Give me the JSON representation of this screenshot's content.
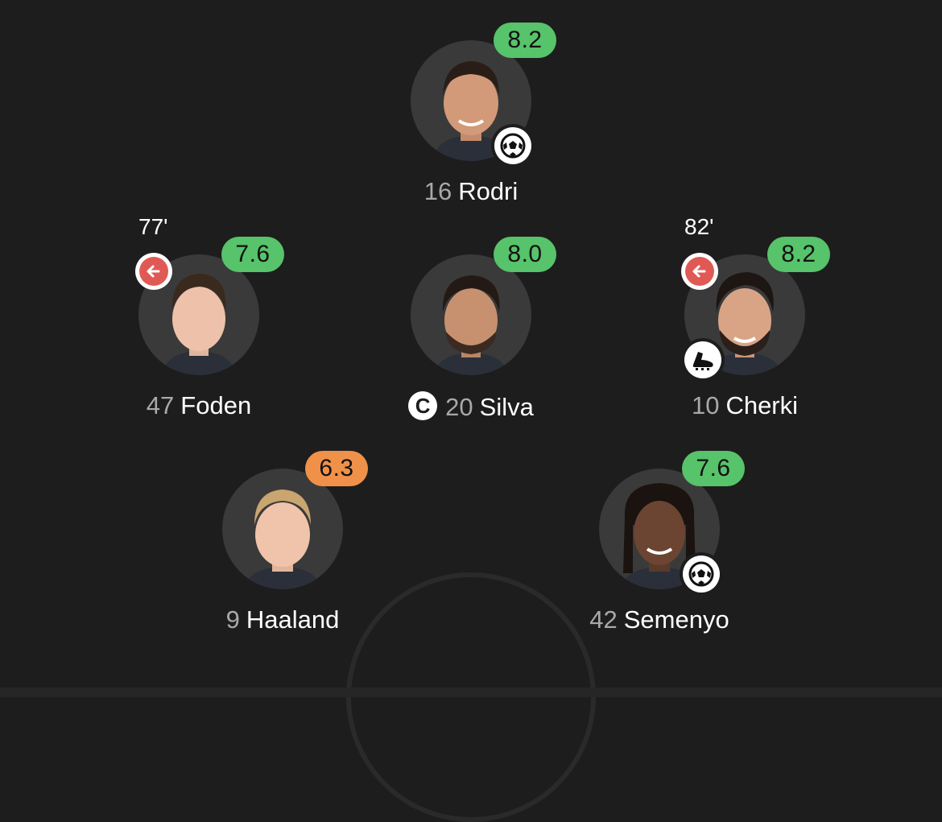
{
  "players": [
    {
      "number": "16",
      "name": "Rodri",
      "rating": "8.2",
      "rating_color": "#57c36a",
      "events": [
        "goal-icon"
      ]
    },
    {
      "number": "47",
      "name": "Foden",
      "rating": "7.6",
      "rating_color": "#57c36a",
      "sub_minute": "77'",
      "events": [
        "sub-out-icon"
      ]
    },
    {
      "number": "20",
      "name": "Silva",
      "rating": "8.0",
      "rating_color": "#57c36a",
      "captain_mark": "C",
      "events": [
        "captain-icon"
      ]
    },
    {
      "number": "10",
      "name": "Cherki",
      "rating": "8.2",
      "rating_color": "#57c36a",
      "sub_minute": "82'",
      "events": [
        "sub-out-icon",
        "assist-boot-icon"
      ]
    },
    {
      "number": "9",
      "name": "Haaland",
      "rating": "6.3",
      "rating_color": "#f0914a",
      "events": []
    },
    {
      "number": "42",
      "name": "Semenyo",
      "rating": "7.6",
      "rating_color": "#57c36a",
      "events": [
        "goal-icon"
      ]
    }
  ],
  "colors": {
    "background": "#1d1d1d",
    "rating_good": "#57c36a",
    "rating_average": "#f0914a",
    "sub_out": "#e05a55"
  }
}
